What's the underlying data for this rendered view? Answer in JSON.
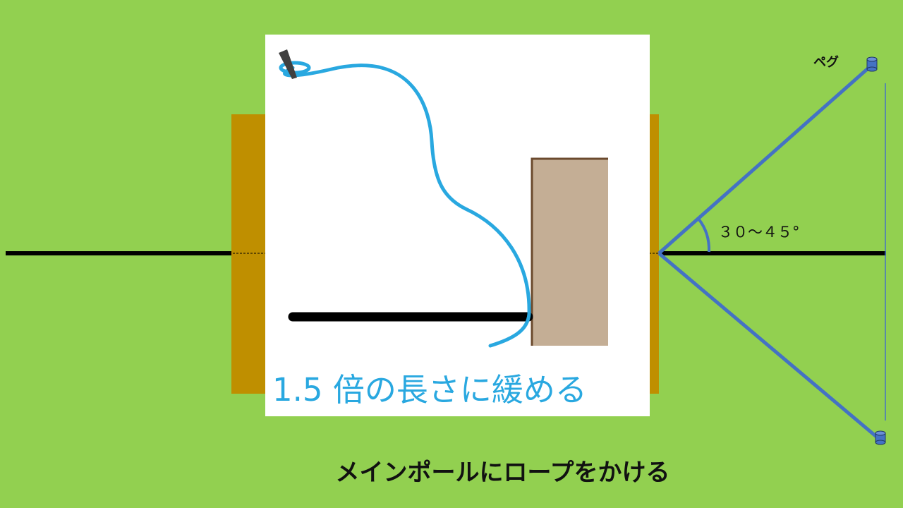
{
  "labels": {
    "peg": "ペグ",
    "angle": "３０～４５°",
    "inset_text": "1.5 倍の長さに緩める",
    "caption": "メインポールにロープをかける"
  },
  "colors": {
    "background": "#92d050",
    "tarp_band": "#bf8f00",
    "guy_rope": "#4472c4",
    "inset_rope": "#29a8e0",
    "inset_pole": "#c4ae95",
    "inset_pole_edge": "#6b4a2e",
    "main_line": "#000000"
  }
}
